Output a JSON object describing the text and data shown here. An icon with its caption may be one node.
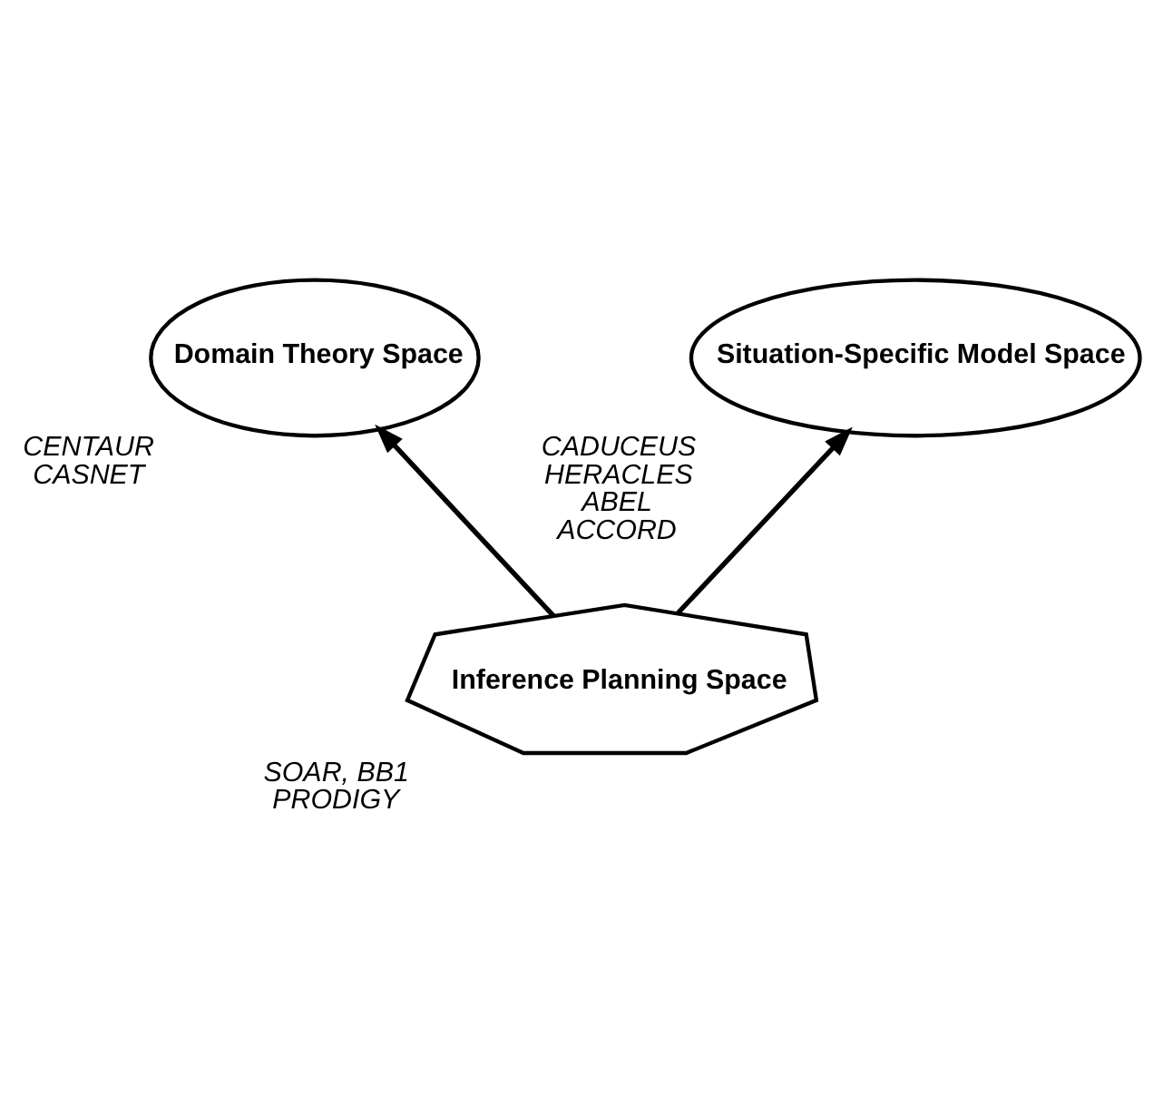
{
  "diagram": {
    "nodes": [
      {
        "text": [
          "Domain Theory Space"
        ],
        "beside": [
          "CENTAUR",
          "CASNET"
        ]
      },
      {
        "text": [
          "Situation-Specific Model Space"
        ],
        "beside": [
          "CADUCEUS",
          "HERACLES",
          "ABEL",
          "ACCORD"
        ]
      },
      {
        "text": [
          "Inference Planning Space"
        ],
        "beside": [
          "SOAR, BB1",
          "PRODIGY"
        ]
      }
    ],
    "edges": [
      {
        "from": 2,
        "to": 0,
        "arrow": "to"
      },
      {
        "from": 2,
        "to": 1,
        "arrow": "to"
      }
    ]
  }
}
